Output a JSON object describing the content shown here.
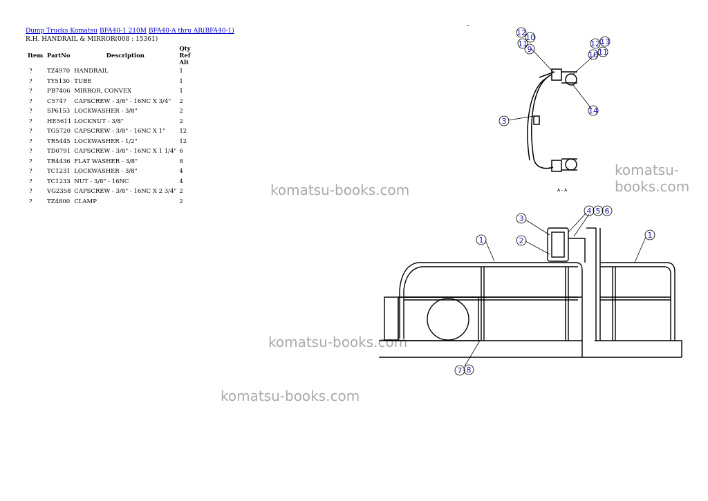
{
  "breadcrumb": {
    "link1": "Dump Trucks Komatsu",
    "link2": "BFA40-1 210M",
    "link3": "BFA40-A thru AR(BFA40-1)"
  },
  "subtitle": "R.H. HANDRAIL & MIRROR(008 : 15361)",
  "table": {
    "headers": {
      "item": "Item",
      "partno": "PartNo",
      "description": "Description",
      "qty": "Qty",
      "ref": "Ref",
      "alt": "Alt"
    },
    "rows": [
      {
        "item": "?",
        "partno": "TZ4970",
        "description": "HANDRAIL",
        "qty": "1"
      },
      {
        "item": "?",
        "partno": "TY5130",
        "description": "TUBE",
        "qty": "1"
      },
      {
        "item": "?",
        "partno": "PB7406",
        "description": "MIRROR, CONVEX",
        "qty": "1"
      },
      {
        "item": "?",
        "partno": "C5747",
        "description": "CAPSCREW - 3/8\" - 16NC X 3/4\"",
        "qty": "2"
      },
      {
        "item": "?",
        "partno": "SP6153",
        "description": "LOCKWASHER - 3/8\"",
        "qty": "2"
      },
      {
        "item": "?",
        "partno": "HE5611",
        "description": "LOCKNUT - 3/8\"",
        "qty": "2"
      },
      {
        "item": "?",
        "partno": "TG5720",
        "description": "CAPSCREW - 3/8\" - 16NC X 1\"",
        "qty": "12"
      },
      {
        "item": "?",
        "partno": "TR5445",
        "description": "LOCKWASHER - 1/2\"",
        "qty": "12"
      },
      {
        "item": "?",
        "partno": "TD0791",
        "description": "CAPSCREW - 3/8\" - 16NC X 1 1/4\"",
        "qty": "6"
      },
      {
        "item": "?",
        "partno": "TR4436",
        "description": "FLAT WASHER - 3/8\"",
        "qty": "8"
      },
      {
        "item": "?",
        "partno": "TC1231",
        "description": "LOCKWASHER - 3/8\"",
        "qty": "4"
      },
      {
        "item": "?",
        "partno": "TC1233",
        "description": "NUT - 3/8\" - 16NC",
        "qty": "4"
      },
      {
        "item": "?",
        "partno": "VG2358",
        "description": "CAPSCREW - 3/8\" - 16NC X 2 3/4\"",
        "qty": "2"
      },
      {
        "item": "?",
        "partno": "TZ4800",
        "description": "CLAMP",
        "qty": "2"
      }
    ]
  },
  "dash": "–",
  "watermark": "komatsu-books.com",
  "diagram": {
    "section_label": "A - A",
    "callouts_top": [
      "12",
      "10",
      "11",
      "9",
      "12",
      "13",
      "10",
      "11",
      "3",
      "14"
    ],
    "callouts_bottom": [
      "1",
      "2",
      "3",
      "4",
      "5",
      "6",
      "1",
      "7",
      "8"
    ]
  }
}
